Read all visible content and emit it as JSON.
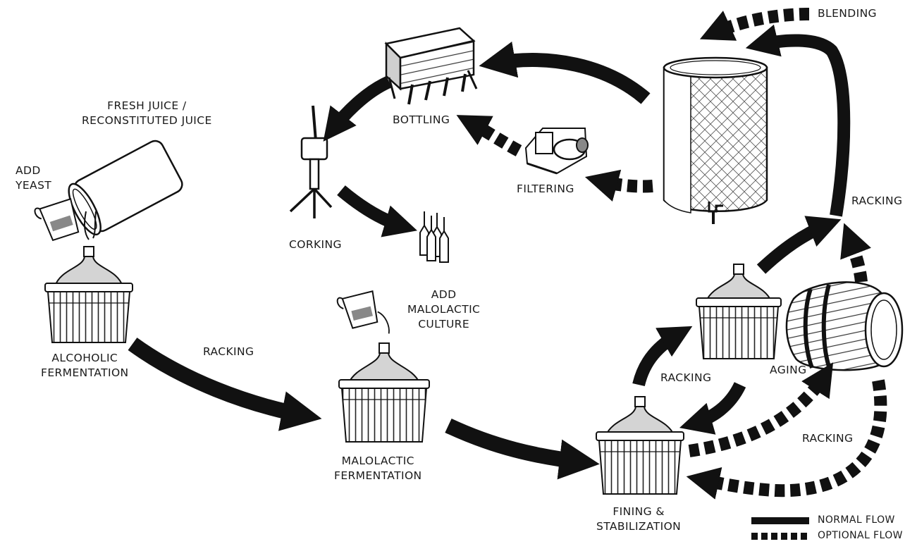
{
  "labels": {
    "blending": "BLENDING",
    "fresh_juice_1": "FRESH JUICE /",
    "fresh_juice_2": "RECONSTITUTED JUICE",
    "add_yeast_1": "ADD",
    "add_yeast_2": "YEAST",
    "bottling": "BOTTLING",
    "filtering": "FILTERING",
    "corking": "CORKING",
    "racking_top_right": "RACKING",
    "add_malolactic_1": "ADD",
    "add_malolactic_2": "MALOLACTIC",
    "add_malolactic_3": "CULTURE",
    "alcoholic_1": "ALCOHOLIC",
    "alcoholic_2": "FERMENTATION",
    "racking_left": "RACKING",
    "malolactic_1": "MALOLACTIC",
    "malolactic_2": "FERMENTATION",
    "racking_mid": "RACKING",
    "aging": "AGING",
    "racking_bottom_right": "RACKING",
    "fining_1": "FINING &",
    "fining_2": "STABILIZATION"
  },
  "legend": {
    "normal": "NORMAL FLOW",
    "optional": "OPTIONAL FLOW"
  },
  "colors": {
    "ink": "#111111",
    "paper": "#ffffff",
    "glass": "#cfcfcf"
  }
}
